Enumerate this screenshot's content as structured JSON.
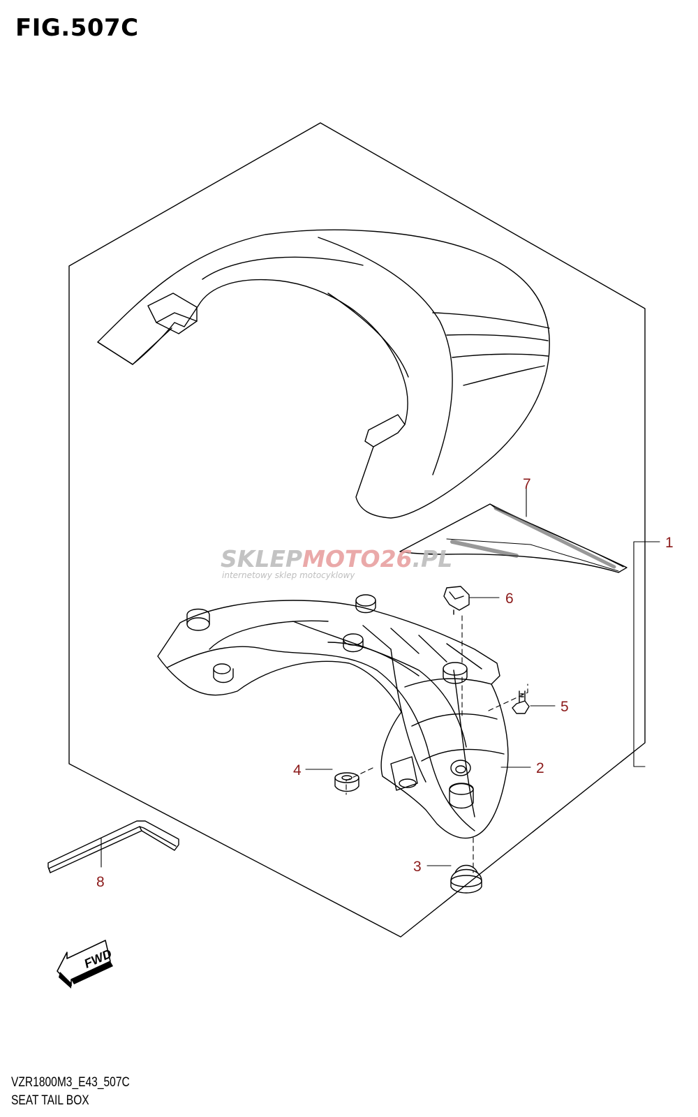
{
  "figure": {
    "title": "FIG.507C",
    "code": "VZR1800M3_E43_507C",
    "name": "SEAT TAIL BOX"
  },
  "callouts": [
    {
      "id": "1",
      "label": "1"
    },
    {
      "id": "2",
      "label": "2"
    },
    {
      "id": "3",
      "label": "3"
    },
    {
      "id": "4",
      "label": "4"
    },
    {
      "id": "5",
      "label": "5"
    },
    {
      "id": "6",
      "label": "6"
    },
    {
      "id": "7",
      "label": "7"
    },
    {
      "id": "8",
      "label": "8"
    }
  ],
  "fwd_label": "FWD",
  "watermark": {
    "brand_a": "SKLEP",
    "brand_b": "MOTO",
    "brand_c": "26",
    "brand_d": ".PL",
    "tagline": "internetowy sklep motocyklowy"
  },
  "colors": {
    "line": "#000000",
    "callout": "#8b1a1a",
    "watermark_gray": "#bdbdbd",
    "watermark_red": "#e8a0a0"
  }
}
